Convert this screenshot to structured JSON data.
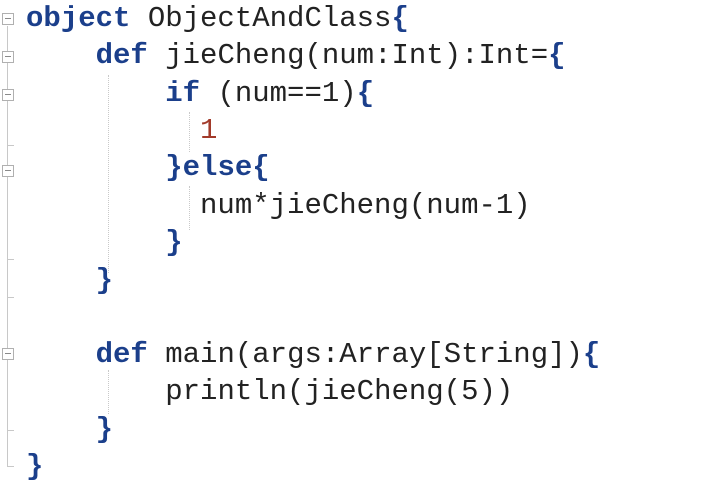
{
  "theme": {
    "keyword_color": "#1b3f8b",
    "number_color": "#a23a2a",
    "text_color": "#222222",
    "background": "#ffffff"
  },
  "code": {
    "l1": {
      "kw": "object",
      "text": " ObjectAndClass",
      "brace": "{"
    },
    "l2": {
      "indent": "    ",
      "kw": "def",
      "text": " jieCheng(num:Int):Int=",
      "brace": "{"
    },
    "l3": {
      "indent": "        ",
      "kw": "if",
      "text": " (num==1)",
      "brace": "{"
    },
    "l4": {
      "indent": "          ",
      "num": "1"
    },
    "l5": {
      "indent": "        ",
      "brace": "}",
      "kw": "else",
      "brace2": "{"
    },
    "l6": {
      "indent": "          ",
      "text": "num*jieCheng(num-1)"
    },
    "l7": {
      "indent": "        ",
      "brace": "}"
    },
    "l8": {
      "indent": "    ",
      "brace": "}"
    },
    "l10": {
      "indent": "    ",
      "kw": "def",
      "text": " main(args:Array[String])",
      "brace": "{"
    },
    "l11": {
      "indent": "        ",
      "text": "println(jieCheng(5))"
    },
    "l12": {
      "indent": "    ",
      "brace": "}"
    },
    "l13": {
      "brace": "}"
    }
  },
  "gutter_icons": [
    "fold-minus-icon",
    "fold-end-icon"
  ]
}
